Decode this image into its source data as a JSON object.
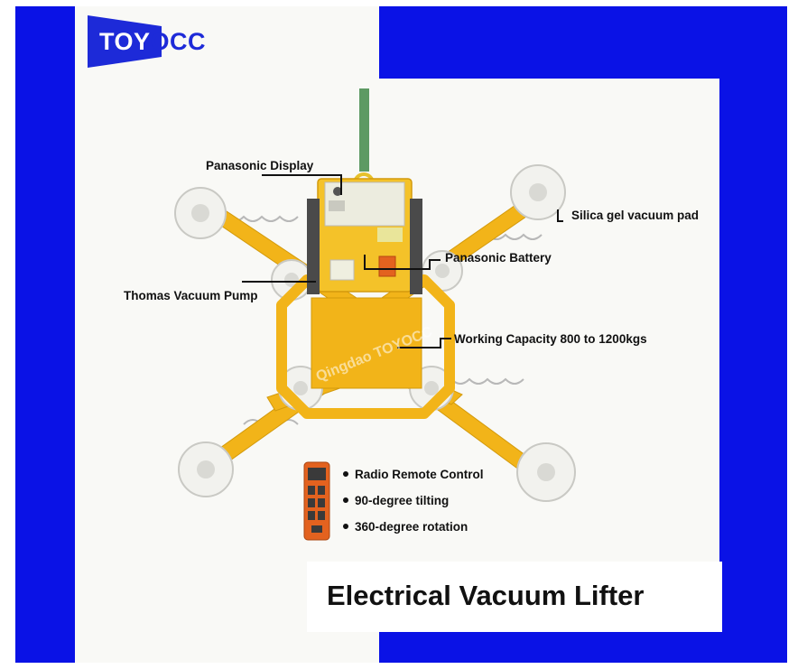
{
  "brand": {
    "logo_text": "TOYOCC",
    "colors": {
      "frame_blue": "#0a12e6",
      "product_yellow": "#f2b419",
      "remote_orange": "#e3621f"
    }
  },
  "labels": {
    "display": "Panasonic Display",
    "vacuum_pad": "Silica gel vacuum pad",
    "battery": "Panasonic Battery",
    "pump": "Thomas Vacuum Pump",
    "capacity": "Working Capacity 800 to 1200kgs"
  },
  "features": [
    "Radio Remote Control",
    "90-degree tilting",
    "360-degree rotation"
  ],
  "watermark": "Qingdao TOYOCC",
  "title": "Electrical Vacuum Lifter"
}
